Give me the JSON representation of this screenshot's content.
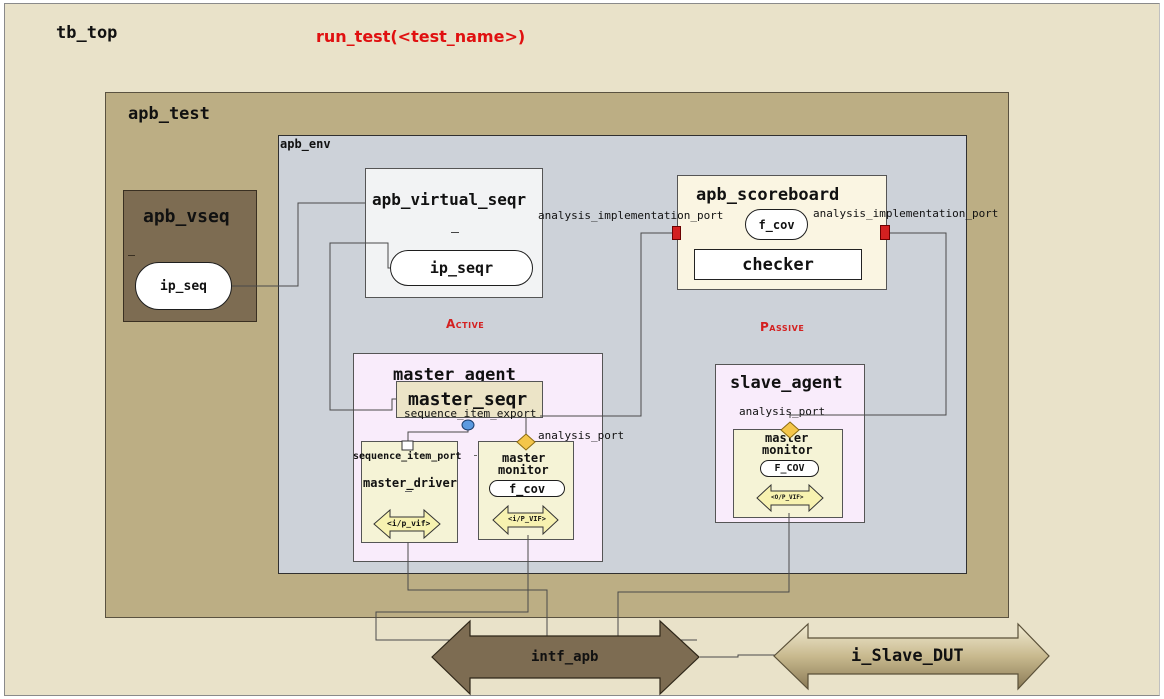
{
  "tb_top": "tb_top",
  "run_test": "run_test(<test_name>)",
  "apb_test": "apb_test",
  "apb_env": "apb_env",
  "apb_vseq": "apb_vseq",
  "ip_seq": "ip_seq",
  "apb_virtual_seqr": "apb_virtual_seqr",
  "ip_seqr": "ip_seqr",
  "apb_scoreboard": "apb_scoreboard",
  "f_cov": "f_cov",
  "checker": "checker",
  "analysis_implementation_port": "analysis_implementation_port",
  "active": "Active",
  "passive": "Passive",
  "master_agent": "master_agent",
  "master_seqr": "master_seqr",
  "sequence_item_export": "sequence_item_export",
  "sequence_item_port": "sequence_item_port",
  "analysis_port": "analysis_port",
  "master_driver": "master_driver",
  "master_monitor_1": "master",
  "master_monitor_2": "monitor",
  "master_f_cov": "f_cov",
  "i_p_vif": "<i/p_vif>",
  "i_p_vif_mon": "<i/P_VIF>",
  "slave_agent": "slave_agent",
  "slave_analysis_port": "analysis_port",
  "slave_monitor_1": "master",
  "slave_monitor_2": "monitor",
  "slave_f_cov": "F_COV",
  "o_p_vif": "<O/P_VIF>",
  "intf_apb": "intf_apb",
  "i_slave_dut": "i_Slave_DUT",
  "colors": {
    "tb_top": "#e9e2c9",
    "apb_test": "#bcae84",
    "apb_env": "#cdd2d9",
    "apb_vseq": "#7d6c52",
    "agent": "#f9ecfb",
    "accent_red": "#e01010"
  }
}
